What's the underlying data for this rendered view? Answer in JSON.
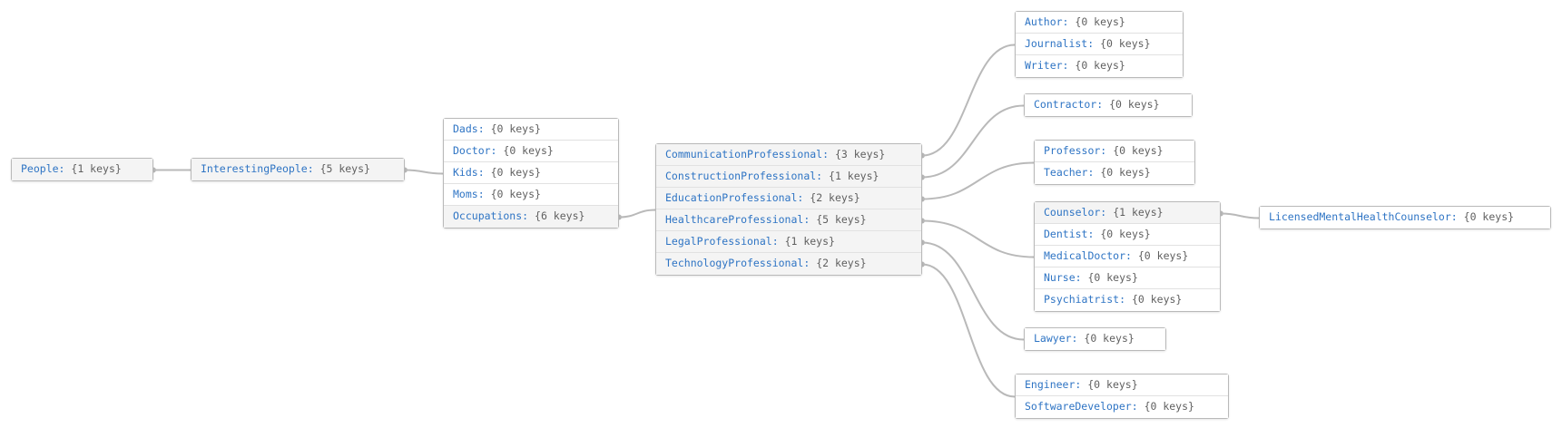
{
  "diagram": {
    "nodes": [
      {
        "id": "n-people",
        "rows": [
          {
            "key": "People:",
            "value": "{1 keys}"
          }
        ]
      },
      {
        "id": "n-interesting",
        "rows": [
          {
            "key": "InterestingPeople:",
            "value": "{5 keys}"
          }
        ]
      },
      {
        "id": "n-interesting-children",
        "rows": [
          {
            "key": "Dads:",
            "value": "{0 keys}"
          },
          {
            "key": "Doctor:",
            "value": "{0 keys}"
          },
          {
            "key": "Kids:",
            "value": "{0 keys}"
          },
          {
            "key": "Moms:",
            "value": "{0 keys}"
          },
          {
            "key": "Occupations:",
            "value": "{6 keys}"
          }
        ]
      },
      {
        "id": "n-occupations",
        "rows": [
          {
            "key": "CommunicationProfessional:",
            "value": "{3 keys}"
          },
          {
            "key": "ConstructionProfessional:",
            "value": "{1 keys}"
          },
          {
            "key": "EducationProfessional:",
            "value": "{2 keys}"
          },
          {
            "key": "HealthcareProfessional:",
            "value": "{5 keys}"
          },
          {
            "key": "LegalProfessional:",
            "value": "{1 keys}"
          },
          {
            "key": "TechnologyProfessional:",
            "value": "{2 keys}"
          }
        ]
      },
      {
        "id": "n-communication",
        "rows": [
          {
            "key": "Author:",
            "value": "{0 keys}"
          },
          {
            "key": "Journalist:",
            "value": "{0 keys}"
          },
          {
            "key": "Writer:",
            "value": "{0 keys}"
          }
        ]
      },
      {
        "id": "n-construction",
        "rows": [
          {
            "key": "Contractor:",
            "value": "{0 keys}"
          }
        ]
      },
      {
        "id": "n-education",
        "rows": [
          {
            "key": "Professor:",
            "value": "{0 keys}"
          },
          {
            "key": "Teacher:",
            "value": "{0 keys}"
          }
        ]
      },
      {
        "id": "n-healthcare",
        "rows": [
          {
            "key": "Counselor:",
            "value": "{1 keys}"
          },
          {
            "key": "Dentist:",
            "value": "{0 keys}"
          },
          {
            "key": "MedicalDoctor:",
            "value": "{0 keys}"
          },
          {
            "key": "Nurse:",
            "value": "{0 keys}"
          },
          {
            "key": "Psychiatrist:",
            "value": "{0 keys}"
          }
        ]
      },
      {
        "id": "n-counselor",
        "rows": [
          {
            "key": "LicensedMentalHealthCounselor:",
            "value": "{0 keys}"
          }
        ]
      },
      {
        "id": "n-legal",
        "rows": [
          {
            "key": "Lawyer:",
            "value": "{0 keys}"
          }
        ]
      },
      {
        "id": "n-technology",
        "rows": [
          {
            "key": "Engineer:",
            "value": "{0 keys}"
          },
          {
            "key": "SoftwareDeveloper:",
            "value": "{0 keys}"
          }
        ]
      }
    ],
    "edges": [
      {
        "from": "n-people",
        "row": 0,
        "to": "n-interesting"
      },
      {
        "from": "n-interesting",
        "row": 0,
        "to": "n-interesting-children"
      },
      {
        "from": "n-interesting-children",
        "row": 4,
        "to": "n-occupations"
      },
      {
        "from": "n-occupations",
        "row": 0,
        "to": "n-communication"
      },
      {
        "from": "n-occupations",
        "row": 1,
        "to": "n-construction"
      },
      {
        "from": "n-occupations",
        "row": 2,
        "to": "n-education"
      },
      {
        "from": "n-occupations",
        "row": 3,
        "to": "n-healthcare"
      },
      {
        "from": "n-occupations",
        "row": 4,
        "to": "n-legal"
      },
      {
        "from": "n-occupations",
        "row": 5,
        "to": "n-technology"
      },
      {
        "from": "n-healthcare",
        "row": 0,
        "to": "n-counselor"
      }
    ]
  }
}
